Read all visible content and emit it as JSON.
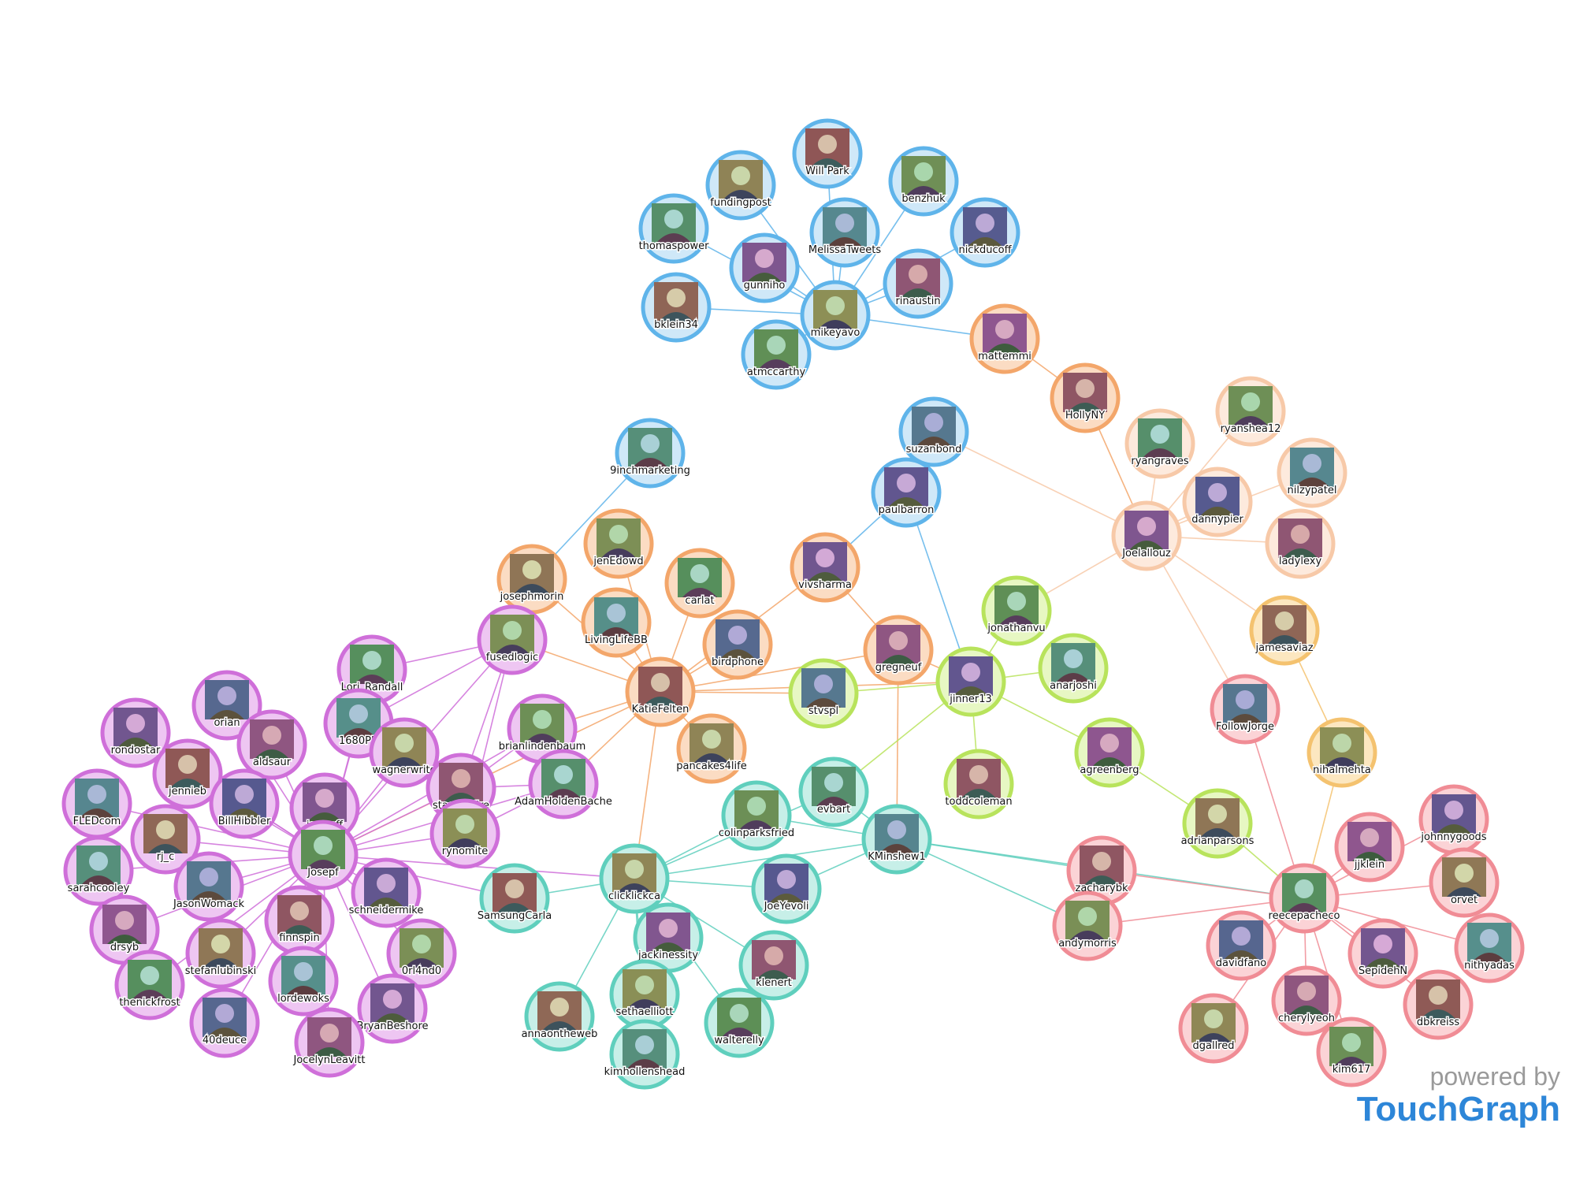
{
  "branding": {
    "powered_by": "powered by",
    "brand": "TouchGraph"
  },
  "colors": {
    "blue": "#5fb4ea",
    "blue_fill": "#cfe8f8",
    "orange": "#f3a66a",
    "orange_fill": "#fbdcc3",
    "peach": "#f7c9a8",
    "peach_fill": "#fdeadd",
    "gold": "#f4c26f",
    "gold_fill": "#fce7c0",
    "green": "#b8e35c",
    "green_fill": "#e7f7c3",
    "teal": "#5fcfbd",
    "teal_fill": "#c7efe8",
    "purple": "#cf6fd9",
    "purple_fill": "#eec6f2",
    "red": "#f08c95",
    "red_fill": "#fbd3d6"
  },
  "diagram": {
    "type": "social-network-graph",
    "nodes": [
      {
        "id": "willpark",
        "label": "Will Park",
        "group": "blue"
      },
      {
        "id": "fundingpost",
        "label": "fundingpost",
        "group": "blue"
      },
      {
        "id": "benzhuk",
        "label": "benzhuk",
        "group": "blue"
      },
      {
        "id": "thomaspower",
        "label": "thomaspower",
        "group": "blue"
      },
      {
        "id": "melissatweets",
        "label": "MelissaTweets",
        "group": "blue"
      },
      {
        "id": "nickducoff",
        "label": "nickducoff",
        "group": "blue"
      },
      {
        "id": "gunniho",
        "label": "gunniho",
        "group": "blue"
      },
      {
        "id": "rinaustin",
        "label": "rinaustin",
        "group": "blue"
      },
      {
        "id": "bklein34",
        "label": "bklein34",
        "group": "blue"
      },
      {
        "id": "mikeyavo",
        "label": "mikeyavo",
        "group": "blue"
      },
      {
        "id": "atmccarthy",
        "label": "atmccarthy",
        "group": "blue"
      },
      {
        "id": "9inchmarketing",
        "label": "9inchmarketing",
        "group": "blue"
      },
      {
        "id": "suzanbond",
        "label": "suzanbond",
        "group": "blue"
      },
      {
        "id": "paulbarron",
        "label": "paulbarron",
        "group": "blue"
      },
      {
        "id": "mattemmi",
        "label": "mattemmi",
        "group": "orange"
      },
      {
        "id": "hollyny",
        "label": "HollyNY",
        "group": "orange"
      },
      {
        "id": "josephmorin",
        "label": "josephmorin",
        "group": "orange"
      },
      {
        "id": "jenedowd",
        "label": "jenEdowd",
        "group": "orange"
      },
      {
        "id": "carlat",
        "label": "carlat",
        "group": "orange"
      },
      {
        "id": "livinglifebb",
        "label": "LivingLifeBB",
        "group": "orange"
      },
      {
        "id": "birdphone",
        "label": "birdphone",
        "group": "orange"
      },
      {
        "id": "vivsharma",
        "label": "vivsharma",
        "group": "orange"
      },
      {
        "id": "gregneuf",
        "label": "gregneuf",
        "group": "orange"
      },
      {
        "id": "katiefelten",
        "label": "KatieFelten",
        "group": "orange"
      },
      {
        "id": "pancakes4life",
        "label": "pancakes4life",
        "group": "orange"
      },
      {
        "id": "ryanshea12",
        "label": "ryanshea12",
        "group": "peach"
      },
      {
        "id": "ryangraves",
        "label": "ryangraves",
        "group": "peach"
      },
      {
        "id": "nilzypatel",
        "label": "nilzypatel",
        "group": "peach"
      },
      {
        "id": "dannypier",
        "label": "dannypier",
        "group": "peach"
      },
      {
        "id": "joelallouz",
        "label": "Joelallouz",
        "group": "peach"
      },
      {
        "id": "ladylexy",
        "label": "ladylexy",
        "group": "peach"
      },
      {
        "id": "jamesaviaz",
        "label": "jamesaviaz",
        "group": "gold"
      },
      {
        "id": "nihalmehta",
        "label": "nihalmehta",
        "group": "gold"
      },
      {
        "id": "jonathanvu",
        "label": "jonathanvu",
        "group": "green"
      },
      {
        "id": "anarjoshi",
        "label": "anarjoshi",
        "group": "green"
      },
      {
        "id": "stvspl",
        "label": "stvspl",
        "group": "green"
      },
      {
        "id": "jinner13",
        "label": "jinner13",
        "group": "green"
      },
      {
        "id": "agreenberg",
        "label": "agreenberg",
        "group": "green"
      },
      {
        "id": "toddcoleman",
        "label": "toddcoleman",
        "group": "green"
      },
      {
        "id": "adrianparsons",
        "label": "adrianparsons",
        "group": "green"
      },
      {
        "id": "fusedlogic",
        "label": "fusedlogic",
        "group": "purple"
      },
      {
        "id": "lorirandall",
        "label": "Lori_Randall",
        "group": "purple"
      },
      {
        "id": "1680pr",
        "label": "1680PR",
        "group": "purple"
      },
      {
        "id": "orian",
        "label": "orian",
        "group": "purple"
      },
      {
        "id": "rondostar",
        "label": "rondostar",
        "group": "purple"
      },
      {
        "id": "aldsaur",
        "label": "aldsaur",
        "group": "purple"
      },
      {
        "id": "jennieb",
        "label": "jennieb",
        "group": "purple"
      },
      {
        "id": "wagnerwrite",
        "label": "wagnerwrite",
        "group": "purple"
      },
      {
        "id": "brianlindenbaum",
        "label": "brianlindenbaum",
        "group": "purple"
      },
      {
        "id": "adamholdenbache",
        "label": "AdamHoldenBache",
        "group": "purple"
      },
      {
        "id": "fledcom",
        "label": "FLEDcom",
        "group": "purple"
      },
      {
        "id": "billhibbler",
        "label": "BillHibbler",
        "group": "purple"
      },
      {
        "id": "iamreff",
        "label": "iamreff",
        "group": "purple"
      },
      {
        "id": "stacyonfire",
        "label": "stacyonfire",
        "group": "purple"
      },
      {
        "id": "rjc",
        "label": "rj_c",
        "group": "purple"
      },
      {
        "id": "rynomite",
        "label": "rynomite",
        "group": "purple"
      },
      {
        "id": "josepf",
        "label": "Josepf",
        "group": "purple"
      },
      {
        "id": "sarahcooley",
        "label": "sarahcooley",
        "group": "purple"
      },
      {
        "id": "jasonwomack",
        "label": "JasonWomack",
        "group": "purple"
      },
      {
        "id": "schneidermike",
        "label": "schneidermike",
        "group": "purple"
      },
      {
        "id": "drsyb",
        "label": "drsyb",
        "group": "purple"
      },
      {
        "id": "finnspin",
        "label": "finnspin",
        "group": "purple"
      },
      {
        "id": "stefanlubinski",
        "label": "stefanlubinski",
        "group": "purple"
      },
      {
        "id": "0rl4nd0",
        "label": "0rl4nd0",
        "group": "purple"
      },
      {
        "id": "thenickfrost",
        "label": "thenickfrost",
        "group": "purple"
      },
      {
        "id": "lordewoks",
        "label": "lordewoks",
        "group": "purple"
      },
      {
        "id": "40deuce",
        "label": "40deuce",
        "group": "purple"
      },
      {
        "id": "bryanbeshore",
        "label": "BryanBeshore",
        "group": "purple"
      },
      {
        "id": "jocelynleavitt",
        "label": "JocelynLeavitt",
        "group": "purple"
      },
      {
        "id": "samsungcarla",
        "label": "SamsungCarla",
        "group": "teal"
      },
      {
        "id": "clicklickca",
        "label": "clicklickca",
        "group": "teal"
      },
      {
        "id": "colinparksfried",
        "label": "colinparksfried",
        "group": "teal"
      },
      {
        "id": "evbart",
        "label": "evbart",
        "group": "teal"
      },
      {
        "id": "kminshew1",
        "label": "KMinshew1",
        "group": "teal"
      },
      {
        "id": "joeyevoli",
        "label": "JoeYevoli",
        "group": "teal"
      },
      {
        "id": "jackinessity",
        "label": "jackinessity",
        "group": "teal"
      },
      {
        "id": "klenert",
        "label": "klenert",
        "group": "teal"
      },
      {
        "id": "annaontheweb",
        "label": "annaontheweb",
        "group": "teal"
      },
      {
        "id": "sethaelliott",
        "label": "sethaelliott",
        "group": "teal"
      },
      {
        "id": "walterelly",
        "label": "walterelly",
        "group": "teal"
      },
      {
        "id": "kimhollenshead",
        "label": "kimhollenshead",
        "group": "teal"
      },
      {
        "id": "followjorge",
        "label": "FollowJorge",
        "group": "red"
      },
      {
        "id": "johnnygoods",
        "label": "johnnygoods",
        "group": "red"
      },
      {
        "id": "jjklein",
        "label": "jjklein",
        "group": "red"
      },
      {
        "id": "zacharybk",
        "label": "zacharybk",
        "group": "red"
      },
      {
        "id": "orvet",
        "label": "orvet",
        "group": "red"
      },
      {
        "id": "andymorris",
        "label": "andymorris",
        "group": "red"
      },
      {
        "id": "reecepacheco",
        "label": "reecepacheco",
        "group": "red"
      },
      {
        "id": "nithyadas",
        "label": "nithyadas",
        "group": "red"
      },
      {
        "id": "davidfano",
        "label": "davidfano",
        "group": "red"
      },
      {
        "id": "sepiden",
        "label": "SepidehN",
        "group": "red"
      },
      {
        "id": "cherylyeoh",
        "label": "cherylyeoh",
        "group": "red"
      },
      {
        "id": "dbkreiss",
        "label": "dbkreiss",
        "group": "red"
      },
      {
        "id": "dgallred",
        "label": "dgallred",
        "group": "red"
      },
      {
        "id": "kim617",
        "label": "kim617",
        "group": "red"
      }
    ],
    "edges": [
      [
        "mikeyavo",
        "willpark"
      ],
      [
        "mikeyavo",
        "fundingpost"
      ],
      [
        "mikeyavo",
        "benzhuk"
      ],
      [
        "mikeyavo",
        "thomaspower"
      ],
      [
        "mikeyavo",
        "melissatweets"
      ],
      [
        "mikeyavo",
        "nickducoff"
      ],
      [
        "mikeyavo",
        "gunniho"
      ],
      [
        "mikeyavo",
        "rinaustin"
      ],
      [
        "mikeyavo",
        "bklein34"
      ],
      [
        "mikeyavo",
        "atmccarthy"
      ],
      [
        "mikeyavo",
        "mattemmi"
      ],
      [
        "mattemmi",
        "hollyny"
      ],
      [
        "hollyny",
        "joelallouz"
      ],
      [
        "joelallouz",
        "ryanshea12"
      ],
      [
        "joelallouz",
        "ryangraves"
      ],
      [
        "joelallouz",
        "nilzypatel"
      ],
      [
        "joelallouz",
        "dannypier"
      ],
      [
        "joelallouz",
        "ladylexy"
      ],
      [
        "joelallouz",
        "jamesaviaz"
      ],
      [
        "joelallouz",
        "followjorge"
      ],
      [
        "joelallouz",
        "suzanbond"
      ],
      [
        "joelallouz",
        "jonathanvu"
      ],
      [
        "jamesaviaz",
        "nihalmehta"
      ],
      [
        "nihalmehta",
        "reecepacheco"
      ],
      [
        "followjorge",
        "reecepacheco"
      ],
      [
        "suzanbond",
        "paulbarron"
      ],
      [
        "paulbarron",
        "vivsharma"
      ],
      [
        "paulbarron",
        "jinner13"
      ],
      [
        "vivsharma",
        "katiefelten"
      ],
      [
        "vivsharma",
        "gregneuf"
      ],
      [
        "katiefelten",
        "josephmorin"
      ],
      [
        "katiefelten",
        "jenedowd"
      ],
      [
        "katiefelten",
        "carlat"
      ],
      [
        "katiefelten",
        "livinglifebb"
      ],
      [
        "katiefelten",
        "birdphone"
      ],
      [
        "katiefelten",
        "fusedlogic"
      ],
      [
        "katiefelten",
        "stvspl"
      ],
      [
        "katiefelten",
        "gregneuf"
      ],
      [
        "katiefelten",
        "pancakes4life"
      ],
      [
        "katiefelten",
        "clicklickca"
      ],
      [
        "katiefelten",
        "brianlindenbaum"
      ],
      [
        "katiefelten",
        "adamholdenbache"
      ],
      [
        "katiefelten",
        "jinner13"
      ],
      [
        "katiefelten",
        "josepf"
      ],
      [
        "9inchmarketing",
        "josephmorin"
      ],
      [
        "gregneuf",
        "jinner13"
      ],
      [
        "gregneuf",
        "kminshew1"
      ],
      [
        "jinner13",
        "jonathanvu"
      ],
      [
        "jinner13",
        "anarjoshi"
      ],
      [
        "jinner13",
        "stvspl"
      ],
      [
        "jinner13",
        "agreenberg"
      ],
      [
        "jinner13",
        "toddcoleman"
      ],
      [
        "jinner13",
        "evbart"
      ],
      [
        "agreenberg",
        "adrianparsons"
      ],
      [
        "adrianparsons",
        "reecepacheco"
      ],
      [
        "josepf",
        "fusedlogic"
      ],
      [
        "josepf",
        "lorirandall"
      ],
      [
        "josepf",
        "1680pr"
      ],
      [
        "josepf",
        "orian"
      ],
      [
        "josepf",
        "rondostar"
      ],
      [
        "josepf",
        "aldsaur"
      ],
      [
        "josepf",
        "jennieb"
      ],
      [
        "josepf",
        "wagnerwrite"
      ],
      [
        "josepf",
        "brianlindenbaum"
      ],
      [
        "josepf",
        "adamholdenbache"
      ],
      [
        "josepf",
        "fledcom"
      ],
      [
        "josepf",
        "billhibbler"
      ],
      [
        "josepf",
        "iamreff"
      ],
      [
        "josepf",
        "stacyonfire"
      ],
      [
        "josepf",
        "rjc"
      ],
      [
        "josepf",
        "rynomite"
      ],
      [
        "josepf",
        "sarahcooley"
      ],
      [
        "josepf",
        "jasonwomack"
      ],
      [
        "josepf",
        "schneidermike"
      ],
      [
        "josepf",
        "drsyb"
      ],
      [
        "josepf",
        "finnspin"
      ],
      [
        "josepf",
        "stefanlubinski"
      ],
      [
        "josepf",
        "0rl4nd0"
      ],
      [
        "josepf",
        "thenickfrost"
      ],
      [
        "josepf",
        "lordewoks"
      ],
      [
        "josepf",
        "40deuce"
      ],
      [
        "josepf",
        "bryanbeshore"
      ],
      [
        "josepf",
        "jocelynleavitt"
      ],
      [
        "josepf",
        "samsungcarla"
      ],
      [
        "josepf",
        "clicklickca"
      ],
      [
        "fusedlogic",
        "1680pr"
      ],
      [
        "fusedlogic",
        "stacyonfire"
      ],
      [
        "fusedlogic",
        "rynomite"
      ],
      [
        "fusedlogic",
        "lorirandall"
      ],
      [
        "stacyonfire",
        "adamholdenbache"
      ],
      [
        "rynomite",
        "adamholdenbache"
      ],
      [
        "stacyonfire",
        "brianlindenbaum"
      ],
      [
        "clicklickca",
        "samsungcarla"
      ],
      [
        "clicklickca",
        "colinparksfried"
      ],
      [
        "clicklickca",
        "joeyevoli"
      ],
      [
        "clicklickca",
        "jackinessity"
      ],
      [
        "clicklickca",
        "klenert"
      ],
      [
        "clicklickca",
        "annaontheweb"
      ],
      [
        "clicklickca",
        "sethaelliott"
      ],
      [
        "clicklickca",
        "walterelly"
      ],
      [
        "clicklickca",
        "kimhollenshead"
      ],
      [
        "clicklickca",
        "evbart"
      ],
      [
        "clicklickca",
        "kminshew1"
      ],
      [
        "kminshew1",
        "evbart"
      ],
      [
        "kminshew1",
        "colinparksfried"
      ],
      [
        "kminshew1",
        "joeyevoli"
      ],
      [
        "kminshew1",
        "zacharybk"
      ],
      [
        "kminshew1",
        "andymorris"
      ],
      [
        "kminshew1",
        "reecepacheco"
      ],
      [
        "reecepacheco",
        "johnnygoods"
      ],
      [
        "reecepacheco",
        "jjklein"
      ],
      [
        "reecepacheco",
        "zacharybk"
      ],
      [
        "reecepacheco",
        "orvet"
      ],
      [
        "reecepacheco",
        "andymorris"
      ],
      [
        "reecepacheco",
        "nithyadas"
      ],
      [
        "reecepacheco",
        "davidfano"
      ],
      [
        "reecepacheco",
        "sepiden"
      ],
      [
        "reecepacheco",
        "cherylyeoh"
      ],
      [
        "reecepacheco",
        "dbkreiss"
      ],
      [
        "reecepacheco",
        "dgallred"
      ],
      [
        "reecepacheco",
        "kim617"
      ]
    ]
  }
}
